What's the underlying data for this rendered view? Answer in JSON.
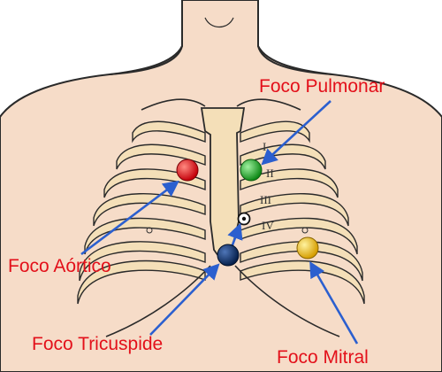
{
  "colors": {
    "skin": "#f6dcc8",
    "skin_outline": "#2a2a2a",
    "sternum": "#f4dfb8",
    "rib": "#f4dfb8",
    "label_text": "#e3101a",
    "arrow": "#2b5fcf",
    "dot_aortic": "#e3101a",
    "dot_pulmonary": "#22b82a",
    "dot_tricuspid": "#0f2f63",
    "dot_mitral": "#f2c30f"
  },
  "labels": {
    "pulmonar": "Foco Pulmonar",
    "aortico": "Foco Aórtico",
    "tricuspide": "Foco Tricuspide",
    "mitral": "Foco Mitral"
  },
  "intercostal": {
    "i": "I",
    "ii": "II",
    "iii": "III",
    "iv": "IV"
  },
  "marker_icon": "target-marker-icon"
}
